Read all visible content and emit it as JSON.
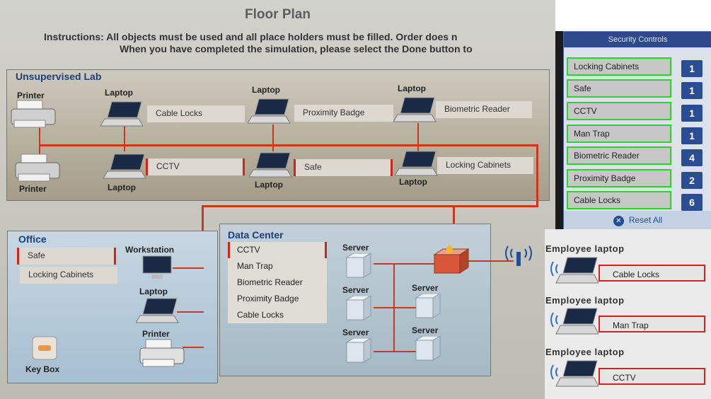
{
  "page": {
    "title": "Floor Plan",
    "instructions_line1": "Instructions: All objects must be used and all place holders must be filled. Order does n",
    "instructions_line2": "When you have completed the simulation, please select the Done button to"
  },
  "lab": {
    "title": "Unsupervised Lab",
    "printer_top": "Printer",
    "printer_bottom": "Printer",
    "laptops_top": [
      "Laptop",
      "Laptop",
      "Laptop"
    ],
    "laptops_bottom": [
      "Laptop",
      "Laptop",
      "Laptop"
    ],
    "slots": [
      "Cable Locks",
      "Proximity Badge",
      "Biometric Reader",
      "CCTV",
      "Safe",
      "Locking Cabinets"
    ]
  },
  "office": {
    "title": "Office",
    "slot_safe": "Safe",
    "slot_cabinets": "Locking Cabinets",
    "workstation": "Workstation",
    "laptop": "Laptop",
    "printer": "Printer",
    "keybox": "Key Box"
  },
  "datacenter": {
    "title": "Data Center",
    "items": [
      "CCTV",
      "Man Trap",
      "Biometric Reader",
      "Proximity Badge",
      "Cable Locks"
    ],
    "servers": [
      "Server",
      "Server",
      "Server",
      "Server",
      "Server"
    ]
  },
  "controls": {
    "title": "Security Controls",
    "items": [
      {
        "label": "Locking Cabinets",
        "count": "1"
      },
      {
        "label": "Safe",
        "count": "1"
      },
      {
        "label": "CCTV",
        "count": "1"
      },
      {
        "label": "Man Trap",
        "count": "1"
      },
      {
        "label": "Biometric Reader",
        "count": "4"
      },
      {
        "label": "Proximity Badge",
        "count": "2"
      },
      {
        "label": "Cable Locks",
        "count": "6"
      }
    ],
    "reset_label": "Reset All"
  },
  "employee": {
    "label": "Employee laptop",
    "items": [
      "Cable Locks",
      "Man Trap",
      "CCTV"
    ]
  },
  "colors": {
    "wire": "#c8391f",
    "highlight_green": "#2bd62b",
    "highlight_red": "#d2241b",
    "panel_header": "#2e4a8d"
  }
}
